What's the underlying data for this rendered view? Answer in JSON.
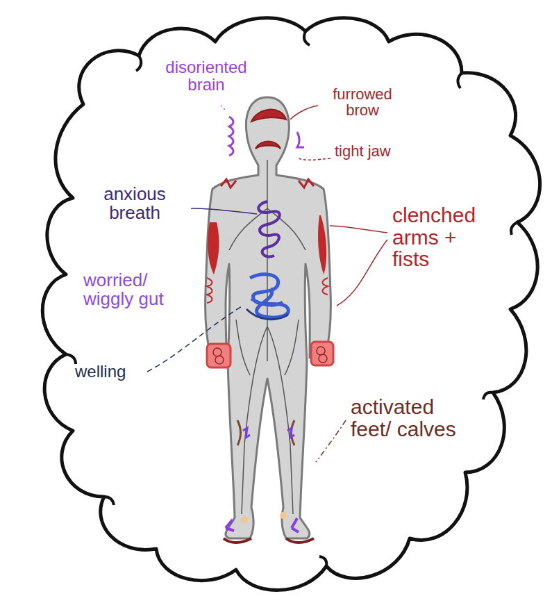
{
  "diagram": {
    "labels": [
      "disoriented brain",
      "furrowed brow",
      "tight jaw",
      "anxious breath",
      "clenched arms + fists",
      "worried/ wiggly gut",
      "welling",
      "activated feet/ calves"
    ]
  }
}
